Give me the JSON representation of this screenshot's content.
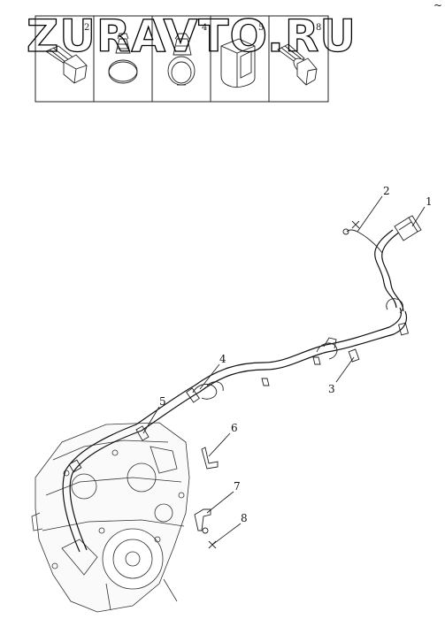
{
  "watermark": "ZURAVTO.RU",
  "corner_mark": "~",
  "parts_table": {
    "cells": [
      {
        "label": "2",
        "icon": "bolt-icon"
      },
      {
        "label": "",
        "icon": "hose-clamp-icon"
      },
      {
        "label": "4",
        "icon": "spring-clip-icon"
      },
      {
        "label": "5",
        "icon": "bracket-clip-icon"
      },
      {
        "label": "8",
        "icon": "flange-bolt-icon"
      }
    ]
  },
  "callouts": [
    {
      "label": "1",
      "part": "connector"
    },
    {
      "label": "2",
      "part": "ring-terminal"
    },
    {
      "label": "3",
      "part": "clamp"
    },
    {
      "label": "4",
      "part": "clip"
    },
    {
      "label": "5",
      "part": "clip"
    },
    {
      "label": "6",
      "part": "bracket"
    },
    {
      "label": "7",
      "part": "bracket"
    },
    {
      "label": "8",
      "part": "bolt"
    }
  ]
}
